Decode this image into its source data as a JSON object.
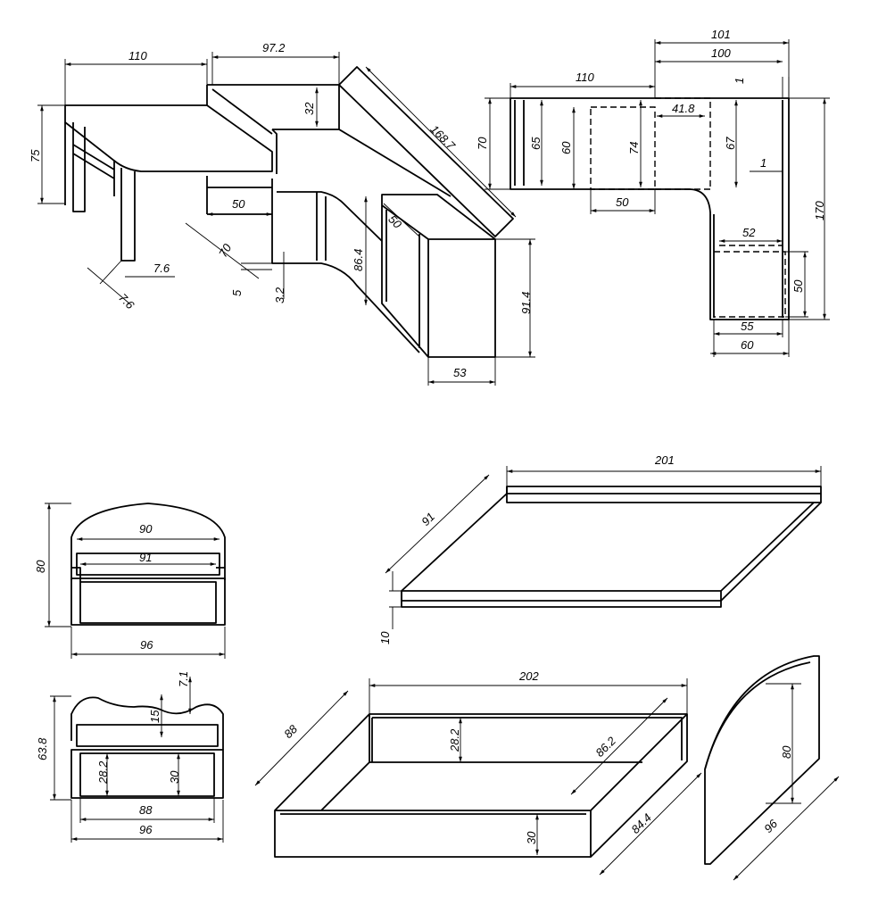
{
  "colors": {
    "ink": "#000000",
    "paper": "#ffffff"
  },
  "desk_iso": {
    "d110": "110",
    "d97_2": "97.2",
    "d32": "32",
    "d168_7": "168.7",
    "d75": "75",
    "d50a": "50",
    "d70": "70",
    "d5": "5",
    "d3_2": "3.2",
    "d7_6a": "7.6",
    "d7_6b": "7.6",
    "d86_4": "86.4",
    "d50b": "50",
    "d91_4": "91.4",
    "d53": "53"
  },
  "desk_plan": {
    "d101": "101",
    "d100": "100",
    "d110": "110",
    "d1a": "1",
    "d70": "70",
    "d65": "65",
    "d60": "60",
    "d74": "74",
    "d41_8": "41.8",
    "d67": "67",
    "d1b": "1",
    "d170": "170",
    "d50a": "50",
    "d52": "52",
    "d50b": "50",
    "d55": "55",
    "d60b": "60"
  },
  "headboard_front": {
    "d90": "90",
    "d91": "91",
    "d80": "80",
    "d96": "96"
  },
  "footboard_front": {
    "d7_1": "7.1",
    "d15": "15",
    "d63_8": "63.8",
    "d28_2": "28.2",
    "d30": "30",
    "d88": "88",
    "d96": "96"
  },
  "mattress_board": {
    "d201": "201",
    "d91": "91",
    "d10": "10"
  },
  "bed_frame": {
    "d202": "202",
    "d88": "88",
    "d28_2": "28.2",
    "d86_2": "86.2",
    "d30": "30",
    "d84_4": "84.4"
  },
  "side_panel": {
    "d80": "80",
    "d96": "96"
  }
}
